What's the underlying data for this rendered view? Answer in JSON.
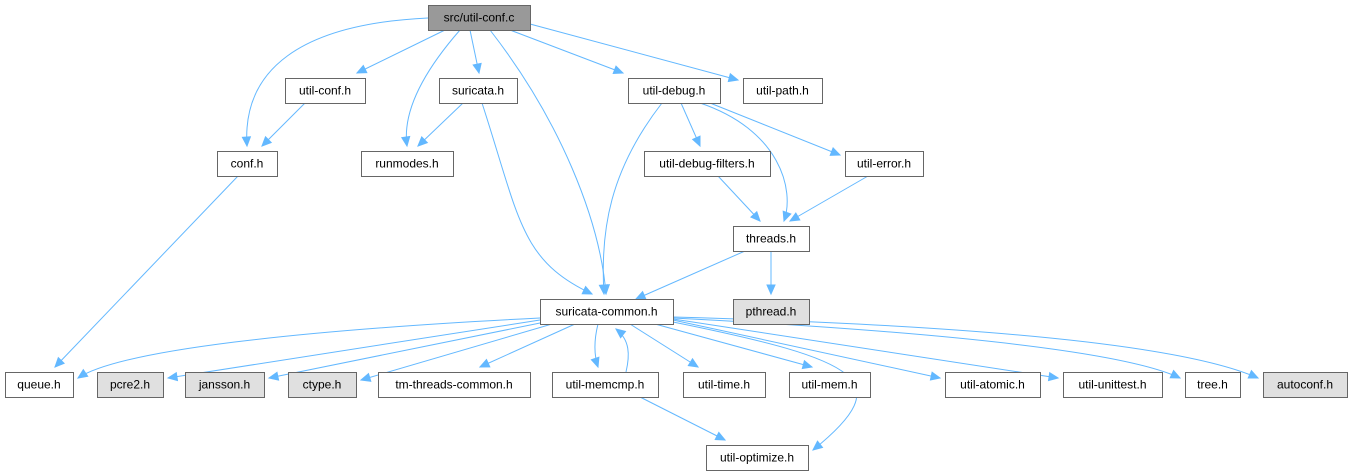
{
  "diagram": {
    "type": "include-dependency-graph",
    "colors": {
      "root_fill": "#999999",
      "node_fill": "#ffffff",
      "missing_fill": "#e0e0e0",
      "border": "#666666",
      "edge": "#63b8ff"
    },
    "nodes": [
      {
        "id": "util-conf-c",
        "label": "src/util-conf.c",
        "style": "root"
      },
      {
        "id": "util-conf-h",
        "label": "util-conf.h",
        "style": "normal"
      },
      {
        "id": "suricata-h",
        "label": "suricata.h",
        "style": "normal"
      },
      {
        "id": "util-debug-h",
        "label": "util-debug.h",
        "style": "normal"
      },
      {
        "id": "util-path-h",
        "label": "util-path.h",
        "style": "normal"
      },
      {
        "id": "conf-h",
        "label": "conf.h",
        "style": "normal"
      },
      {
        "id": "runmodes-h",
        "label": "runmodes.h",
        "style": "normal"
      },
      {
        "id": "util-debug-filters-h",
        "label": "util-debug-filters.h",
        "style": "normal"
      },
      {
        "id": "util-error-h",
        "label": "util-error.h",
        "style": "normal"
      },
      {
        "id": "threads-h",
        "label": "threads.h",
        "style": "normal"
      },
      {
        "id": "suricata-common-h",
        "label": "suricata-common.h",
        "style": "normal"
      },
      {
        "id": "pthread-h",
        "label": "pthread.h",
        "style": "missing"
      },
      {
        "id": "queue-h",
        "label": "queue.h",
        "style": "normal"
      },
      {
        "id": "pcre2-h",
        "label": "pcre2.h",
        "style": "missing"
      },
      {
        "id": "jansson-h",
        "label": "jansson.h",
        "style": "missing"
      },
      {
        "id": "ctype-h",
        "label": "ctype.h",
        "style": "missing"
      },
      {
        "id": "tm-threads-common-h",
        "label": "tm-threads-common.h",
        "style": "normal"
      },
      {
        "id": "util-memcmp-h",
        "label": "util-memcmp.h",
        "style": "normal"
      },
      {
        "id": "util-time-h",
        "label": "util-time.h",
        "style": "normal"
      },
      {
        "id": "util-mem-h",
        "label": "util-mem.h",
        "style": "normal"
      },
      {
        "id": "util-atomic-h",
        "label": "util-atomic.h",
        "style": "normal"
      },
      {
        "id": "util-unittest-h",
        "label": "util-unittest.h",
        "style": "normal"
      },
      {
        "id": "tree-h",
        "label": "tree.h",
        "style": "normal"
      },
      {
        "id": "autoconf-h",
        "label": "autoconf.h",
        "style": "missing"
      },
      {
        "id": "util-optimize-h",
        "label": "util-optimize.h",
        "style": "normal"
      }
    ],
    "edges": [
      {
        "from": "util-conf-c",
        "to": "util-conf-h"
      },
      {
        "from": "util-conf-c",
        "to": "suricata-h"
      },
      {
        "from": "util-conf-c",
        "to": "util-debug-h"
      },
      {
        "from": "util-conf-c",
        "to": "util-path-h"
      },
      {
        "from": "util-conf-c",
        "to": "conf-h"
      },
      {
        "from": "util-conf-c",
        "to": "runmodes-h"
      },
      {
        "from": "util-conf-c",
        "to": "suricata-common-h"
      },
      {
        "from": "util-conf-h",
        "to": "conf-h"
      },
      {
        "from": "suricata-h",
        "to": "runmodes-h"
      },
      {
        "from": "suricata-h",
        "to": "suricata-common-h"
      },
      {
        "from": "conf-h",
        "to": "queue-h"
      },
      {
        "from": "util-debug-h",
        "to": "util-debug-filters-h"
      },
      {
        "from": "util-debug-h",
        "to": "util-error-h"
      },
      {
        "from": "util-debug-h",
        "to": "threads-h"
      },
      {
        "from": "util-debug-h",
        "to": "suricata-common-h"
      },
      {
        "from": "util-debug-filters-h",
        "to": "threads-h"
      },
      {
        "from": "util-error-h",
        "to": "threads-h"
      },
      {
        "from": "threads-h",
        "to": "suricata-common-h"
      },
      {
        "from": "threads-h",
        "to": "pthread-h"
      },
      {
        "from": "suricata-common-h",
        "to": "queue-h"
      },
      {
        "from": "suricata-common-h",
        "to": "pcre2-h"
      },
      {
        "from": "suricata-common-h",
        "to": "jansson-h"
      },
      {
        "from": "suricata-common-h",
        "to": "ctype-h"
      },
      {
        "from": "suricata-common-h",
        "to": "tm-threads-common-h"
      },
      {
        "from": "suricata-common-h",
        "to": "util-memcmp-h"
      },
      {
        "from": "util-memcmp-h",
        "to": "suricata-common-h"
      },
      {
        "from": "suricata-common-h",
        "to": "util-time-h"
      },
      {
        "from": "suricata-common-h",
        "to": "util-mem-h"
      },
      {
        "from": "suricata-common-h",
        "to": "util-atomic-h"
      },
      {
        "from": "suricata-common-h",
        "to": "util-unittest-h"
      },
      {
        "from": "suricata-common-h",
        "to": "tree-h"
      },
      {
        "from": "suricata-common-h",
        "to": "autoconf-h"
      },
      {
        "from": "suricata-common-h",
        "to": "util-optimize-h"
      },
      {
        "from": "util-memcmp-h",
        "to": "util-optimize-h"
      }
    ]
  }
}
